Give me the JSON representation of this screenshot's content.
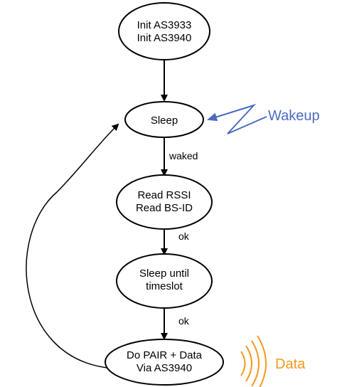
{
  "nodes": {
    "init": {
      "line1": "Init AS3933",
      "line2": "Init AS3940"
    },
    "sleep": {
      "label": "Sleep"
    },
    "read": {
      "line1": "Read RSSI",
      "line2": "Read BS-ID"
    },
    "sleep_until": {
      "line1": "Sleep until",
      "line2": "timeslot"
    },
    "pair": {
      "line1": "Do PAIR + Data",
      "line2": "Via AS3940"
    }
  },
  "edges": {
    "sleep_to_read": "waked",
    "read_to_sleep_until": "ok",
    "sleep_until_to_pair": "ok"
  },
  "annotations": {
    "wakeup": {
      "label": "Wakeup",
      "color": "#4a6bbf"
    },
    "data": {
      "label": "Data",
      "color": "#f39a1c"
    }
  }
}
